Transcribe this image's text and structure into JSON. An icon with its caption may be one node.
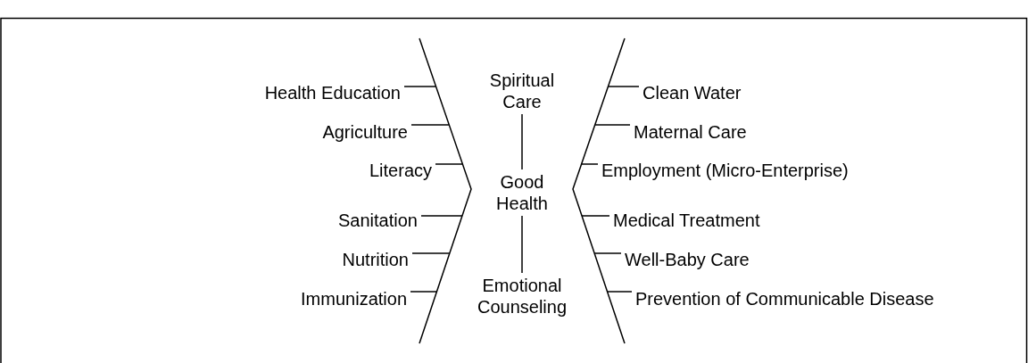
{
  "diagram": {
    "nodes": [
      {
        "text": [
          "Good Health"
        ]
      },
      {
        "text": [
          "Spiritual Care"
        ]
      },
      {
        "text": [
          "Emotional Counseling"
        ]
      },
      {
        "text": [],
        "shape": "chevron"
      },
      {
        "text": [],
        "shape": "chevron"
      },
      {
        "text": [
          "Health Education"
        ]
      },
      {
        "text": [
          "Agriculture"
        ]
      },
      {
        "text": [
          "Literacy"
        ]
      },
      {
        "text": [
          "Sanitation"
        ]
      },
      {
        "text": [
          "Nutrition"
        ]
      },
      {
        "text": [
          "Immunization"
        ]
      },
      {
        "text": [
          "Clean Water"
        ]
      },
      {
        "text": [
          "Maternal Care"
        ]
      },
      {
        "text": [
          "Employment (Micro-Enterprise)"
        ]
      },
      {
        "text": [
          "Medical Treatment"
        ]
      },
      {
        "text": [
          "Well-Baby Care"
        ]
      },
      {
        "text": [
          "Prevention of Communicable Disease"
        ]
      }
    ],
    "edges": [
      {
        "from": 1,
        "to": 0,
        "arrow": "none"
      },
      {
        "from": 0,
        "to": 2,
        "arrow": "none"
      },
      {
        "from": 5,
        "to": 3,
        "arrow": "none"
      },
      {
        "from": 6,
        "to": 3,
        "arrow": "none"
      },
      {
        "from": 7,
        "to": 3,
        "arrow": "none"
      },
      {
        "from": 8,
        "to": 3,
        "arrow": "none"
      },
      {
        "from": 9,
        "to": 3,
        "arrow": "none"
      },
      {
        "from": 10,
        "to": 3,
        "arrow": "none"
      },
      {
        "from": 11,
        "to": 4,
        "arrow": "none"
      },
      {
        "from": 12,
        "to": 4,
        "arrow": "none"
      },
      {
        "from": 13,
        "to": 4,
        "arrow": "none"
      },
      {
        "from": 14,
        "to": 4,
        "arrow": "none"
      },
      {
        "from": 15,
        "to": 4,
        "arrow": "none"
      },
      {
        "from": 16,
        "to": 4,
        "arrow": "none"
      }
    ]
  }
}
